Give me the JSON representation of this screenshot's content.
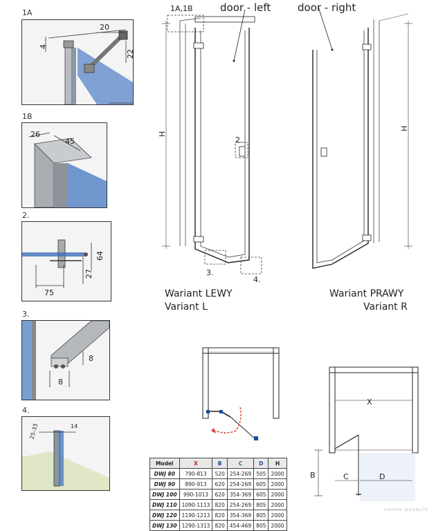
{
  "details": {
    "d1a": {
      "label": "1A",
      "dim_20": "20",
      "dim_4": "4",
      "dim_22": "22"
    },
    "d1b": {
      "label": "1B",
      "dim_26": "26",
      "dim_45": "45"
    },
    "d2": {
      "label": "2.",
      "dim_64": "64",
      "dim_27": "27",
      "dim_75": "75"
    },
    "d3": {
      "label": "3.",
      "dim_8a": "8",
      "dim_8b": "8"
    },
    "d4": {
      "label": "4.",
      "dim_2533": "25-33",
      "dim_14": "14"
    }
  },
  "doors": {
    "left_callout": "1A,1B",
    "left_title": "door - left",
    "right_title": "door - right",
    "h_label": "H",
    "callout_2": "2.",
    "callout_3": "3.",
    "callout_4": "4.",
    "variant_left_1": "Wariant LEWY",
    "variant_left_2": "Variant L",
    "variant_right_1": "Wariant PRAWY",
    "variant_right_2": "Variant R"
  },
  "plan": {
    "x": "X",
    "b": "B",
    "c": "C",
    "d": "D"
  },
  "table": {
    "headers": [
      "Model",
      "X",
      "B",
      "C",
      "D",
      "H"
    ],
    "rows": [
      [
        "DWJ 80",
        "790-813",
        "520",
        "254-269",
        "505",
        "2000"
      ],
      [
        "DWJ 90",
        "890-913",
        "620",
        "254-269",
        "605",
        "2000"
      ],
      [
        "DWJ 100",
        "990-1013",
        "620",
        "354-369",
        "605",
        "2000"
      ],
      [
        "DWJ 110",
        "1090-1113",
        "820",
        "254-269",
        "805",
        "2000"
      ],
      [
        "DWJ 120",
        "1190-1213",
        "820",
        "354-369",
        "805",
        "2000"
      ],
      [
        "DWJ 130",
        "1290-1313",
        "820",
        "454-469",
        "805",
        "2000"
      ]
    ]
  },
  "watermark": "vannu pasaule",
  "colors": {
    "header_red": "#cc2222",
    "header_blue": "#1a4aa0",
    "header_green": "#1a8a3a",
    "glass": "#2a6fc4",
    "arrow": "#d43a2a"
  }
}
